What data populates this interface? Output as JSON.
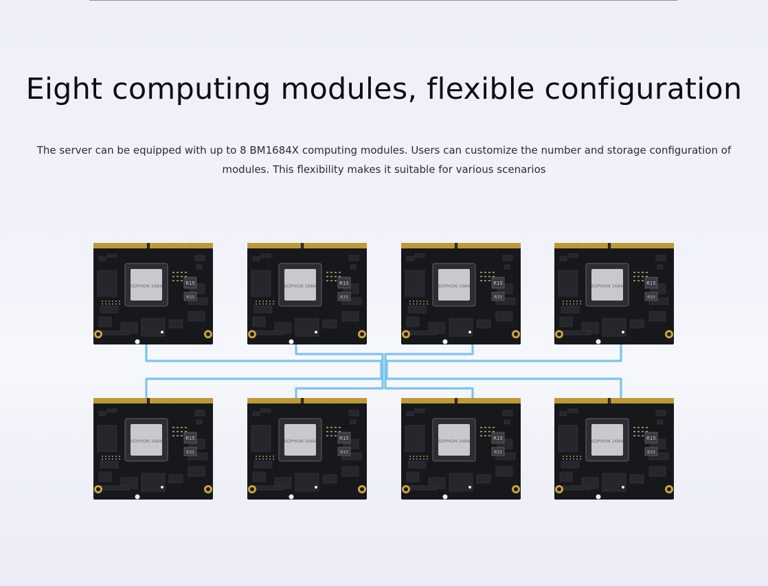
{
  "header": {
    "title": "Eight computing modules, flexible configuration",
    "description_line1": "The server can be equipped with up to 8 BM1684X computing modules. Users can customize the number and storage configuration of",
    "description_line2": "modules. This flexibility makes it suitable for various scenarios"
  },
  "modules": {
    "count": 8,
    "chip_text": "SOPHON 1684",
    "label_r15": "R15",
    "label_r33": "R33"
  },
  "colors": {
    "board": "#17181c",
    "gold_connector": "#c9a53c",
    "link_line": "#7cc4ea",
    "chip": "#c8c9cc"
  }
}
